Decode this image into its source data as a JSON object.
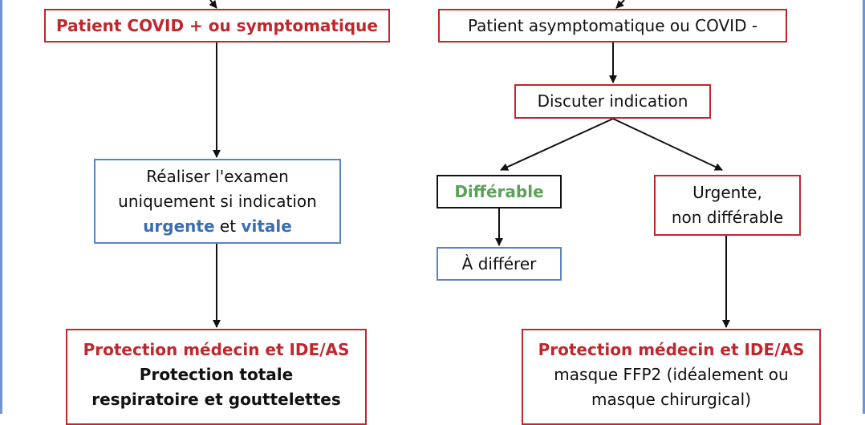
{
  "boxes": {
    "covid_positive": "Patient COVID + ou symptomatique",
    "asymptomatic": "Patient asymptomatique ou COVID -",
    "discuss": "Discuter indication",
    "exam": {
      "line1": "Réaliser l'examen",
      "line2": "uniquement si indication",
      "urgent": "urgente",
      "and": "et",
      "vital": "vitale"
    },
    "deferrable": "Différable",
    "urgent": {
      "line1": "Urgente,",
      "line2": "non différable"
    },
    "defer": "À différer",
    "protection_left": {
      "title": "Protection médecin et IDE/AS",
      "line1": "Protection totale",
      "line2": "respiratoire et gouttelettes"
    },
    "protection_right": {
      "title": "Protection médecin et IDE/AS",
      "line1": "masque FFP2 (idéalement ou",
      "line2": "masque chirurgical)"
    }
  },
  "colors": {
    "red": "#c0272d",
    "blue_border": "#5b82c2",
    "blue_text": "#3b6db3",
    "green": "#5aa15a",
    "frame": "#6d95d3"
  }
}
